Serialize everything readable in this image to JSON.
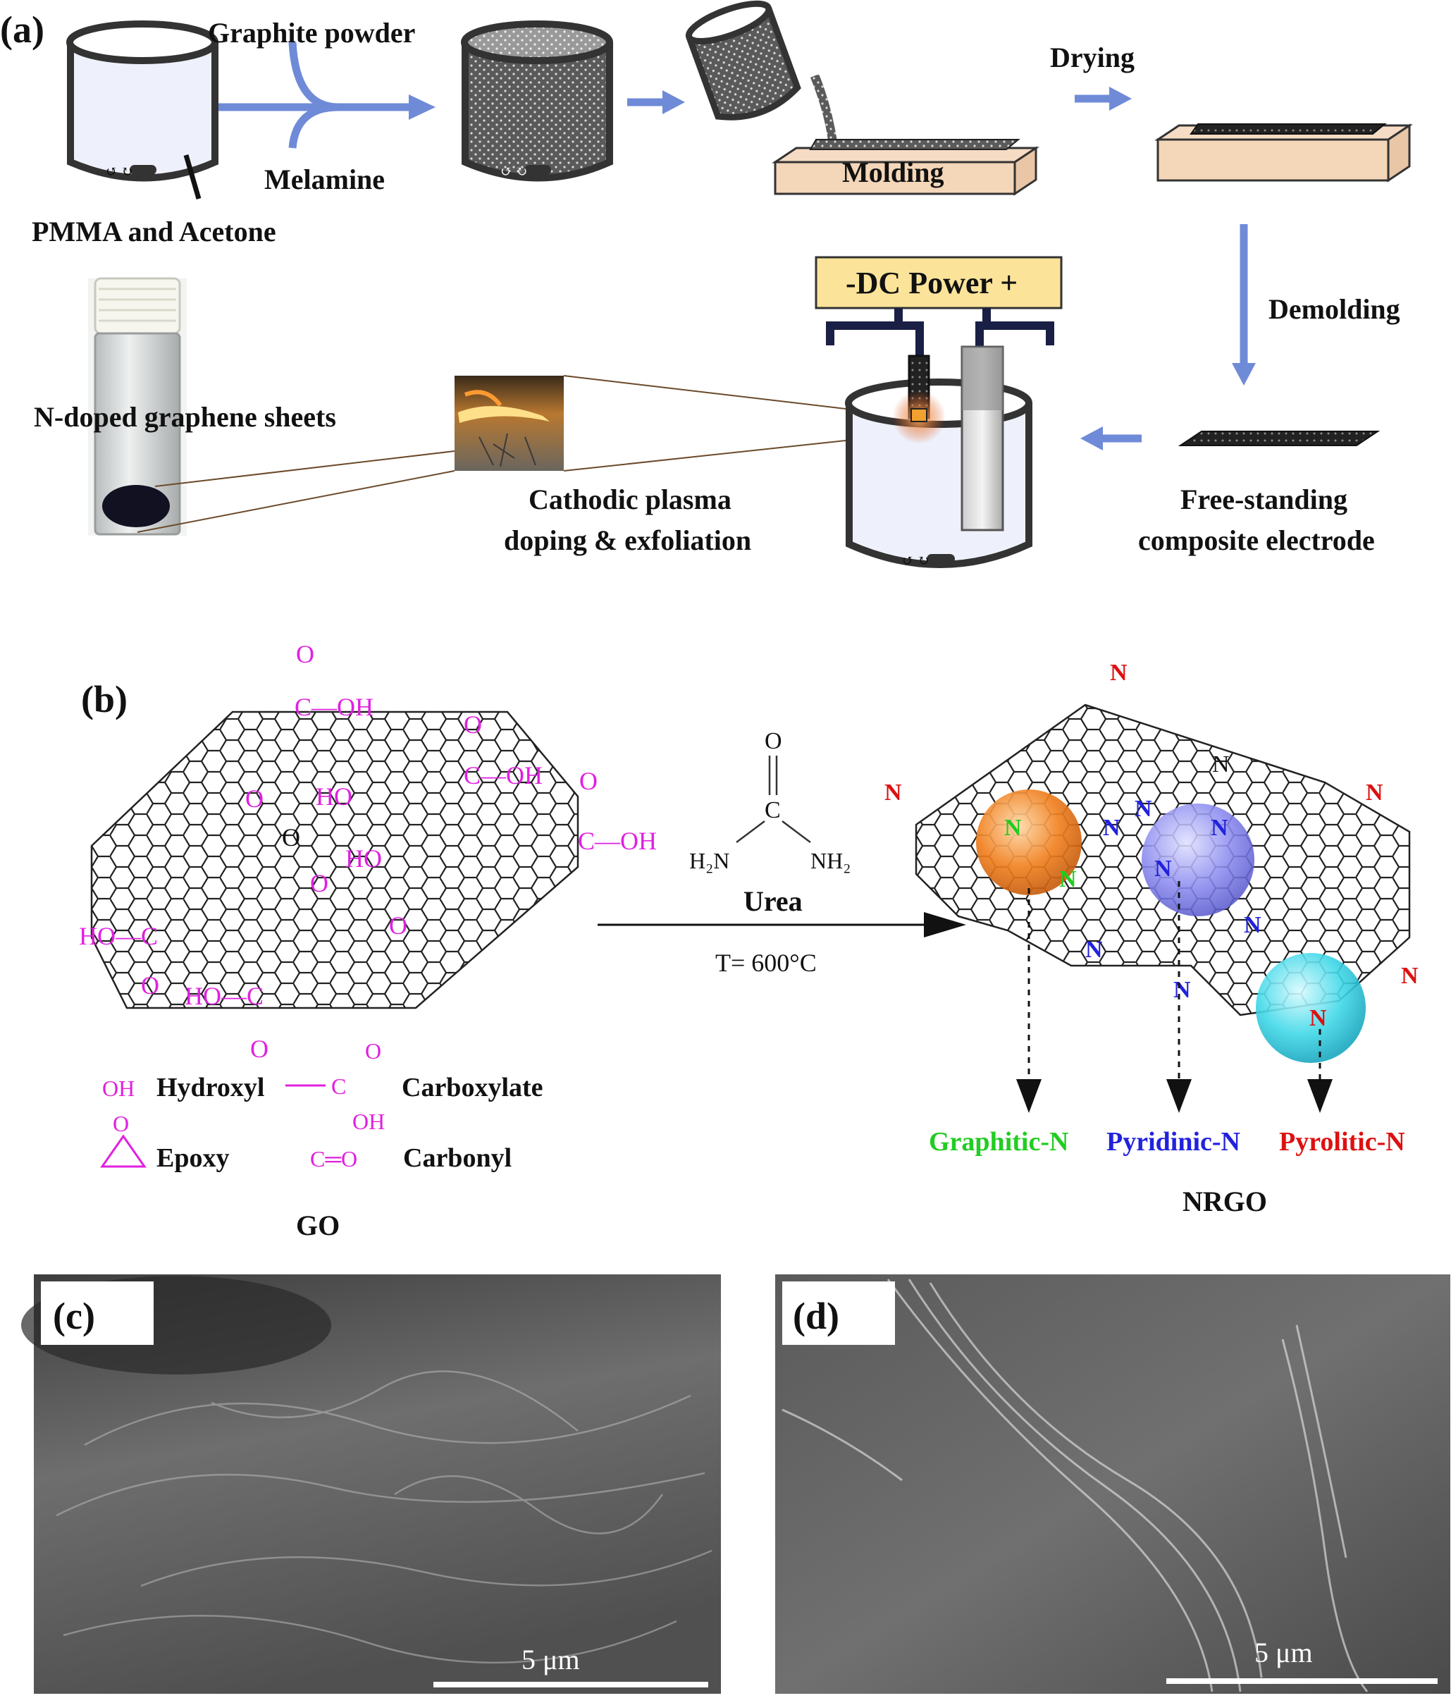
{
  "panel_a": {
    "label": "(a)",
    "graphite_powder": "Graphite powder",
    "melamine": "Melamine",
    "pmma_acetone": "PMMA and Acetone",
    "molding": "Molding",
    "drying": "Drying",
    "demolding": "Demolding",
    "dc_power": "-DC Power +",
    "n_doped": "N-doped graphene sheets",
    "cathodic_1": "Cathodic plasma",
    "cathodic_2": "doping & exfoliation",
    "freestanding_1": "Free-standing",
    "freestanding_2": "composite electrode"
  },
  "panel_b": {
    "label": "(b)",
    "urea": "Urea",
    "urea_o": "O",
    "urea_c": "C",
    "urea_h2n": "H₂N",
    "urea_nh2": "NH₂",
    "temperature": "T= 600°C",
    "go": "GO",
    "nrgo": "NRGO",
    "legend": {
      "oh_symbol": "OH",
      "hydroxyl": "Hydroxyl",
      "carboxylate": "Carboxylate",
      "o_symbol": "O",
      "epoxy": "Epoxy",
      "carbonyl_symbol": "C═O",
      "carbonyl": "Carbonyl",
      "carboxylate_o": "O",
      "carboxylate_c": "C",
      "carboxylate_oh": "OH"
    },
    "graphitic_n": "Graphitic-N",
    "pyridinic_n": "Pyridinic-N",
    "pyrolitic_n": "Pyrolitic-N",
    "n_atom": "N",
    "go_groups": {
      "o": "O",
      "oh": "OH",
      "ho": "HO",
      "c": "C",
      "cooh": "C—OH",
      "hooc": "HO—C"
    },
    "colors": {
      "go_group": "#e020e0",
      "graphitic": "#22cc22",
      "pyridinic": "#2222dd",
      "pyrolitic": "#dd1111",
      "sphere_orange": "#f08020",
      "sphere_blue": "#7f7fee",
      "sphere_cyan": "#40d8e8"
    }
  },
  "panel_c": {
    "label": "(c)",
    "scale": "5 μm"
  },
  "panel_d": {
    "label": "(d)",
    "scale": "5 μm"
  }
}
